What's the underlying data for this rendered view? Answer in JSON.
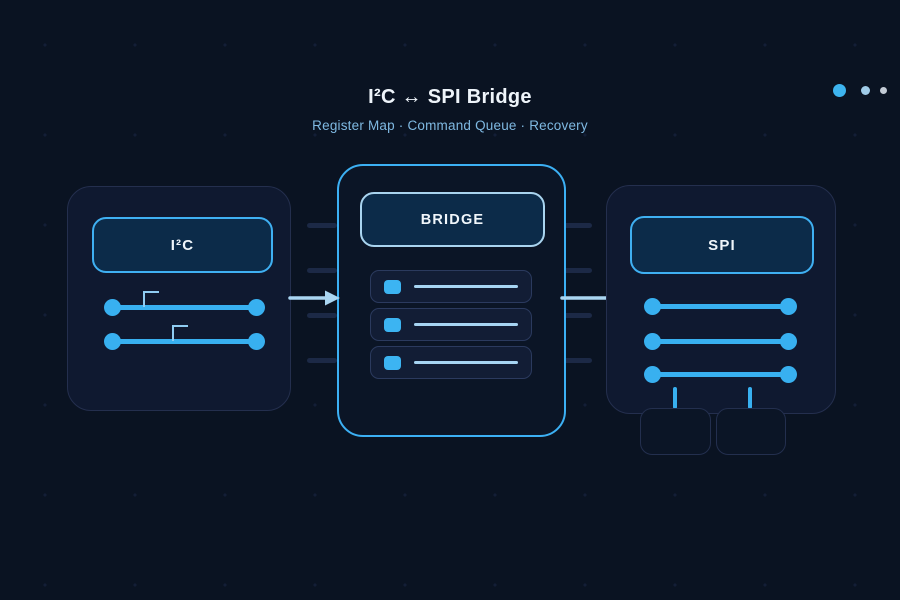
{
  "header": {
    "title": "I²C ↔ SPI Bridge",
    "subtitle": "Register Map · Command Queue · Recovery",
    "deco_dots": [
      {
        "name": "dot-large",
        "color": "#3db4ef"
      },
      {
        "name": "dot-medium",
        "color": "#9fcbe8"
      },
      {
        "name": "dot-small",
        "color": "#c3cbd6"
      }
    ]
  },
  "nodes": {
    "i2c": {
      "label": "I²C",
      "bus_lines": 2,
      "clock_pulses": 2
    },
    "bridge": {
      "label": "BRIDGE",
      "queue_rows": 3,
      "pins_per_side": 4
    },
    "spi": {
      "label": "SPI",
      "bus_lines": 3,
      "peripherals": 2
    }
  },
  "connections": [
    {
      "from": "i2c",
      "to": "bridge",
      "direction": "right"
    },
    {
      "from": "spi",
      "to": "bridge",
      "direction": "left"
    }
  ],
  "colors": {
    "background": "#0a1322",
    "accent_blue": "#3cb2f2",
    "accent_light_blue": "#aad6f2",
    "pill_fill": "#0c2b49",
    "side_card_fill": "#0f1930",
    "side_card_border": "#242f4e",
    "bridge_border": "#3cb0f4",
    "bridge_pill_border": "#a9d4ef",
    "pin_color": "#1c2946",
    "title_color": "#eef4fa",
    "subtitle_color": "#7fb9e2"
  }
}
